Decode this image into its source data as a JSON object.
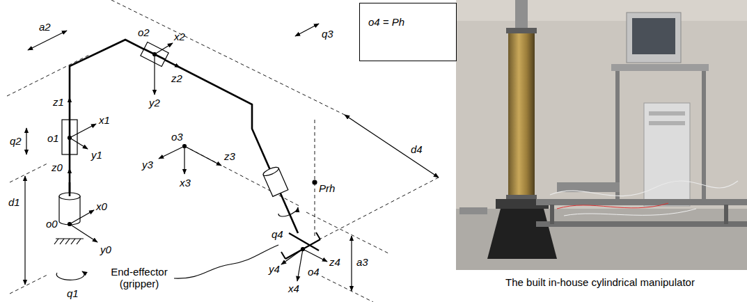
{
  "diagram": {
    "caption": "The built in-house cylindrical manipulator",
    "nodes": [
      {
        "text": [
          "o4 = Ph"
        ]
      }
    ],
    "labels": [
      "a2",
      "o2",
      "x2",
      "q3",
      "z1",
      "o1",
      "x1",
      "y1",
      "z2",
      "y2",
      "d4",
      "o3",
      "y3",
      "z3",
      "x3",
      "Prh",
      "q2",
      "q4",
      "d1",
      "z0",
      "x0",
      "o0",
      "y0",
      "q1",
      "End-effector (gripper)",
      "o4",
      "y4",
      "z4",
      "x4",
      "a3"
    ]
  }
}
